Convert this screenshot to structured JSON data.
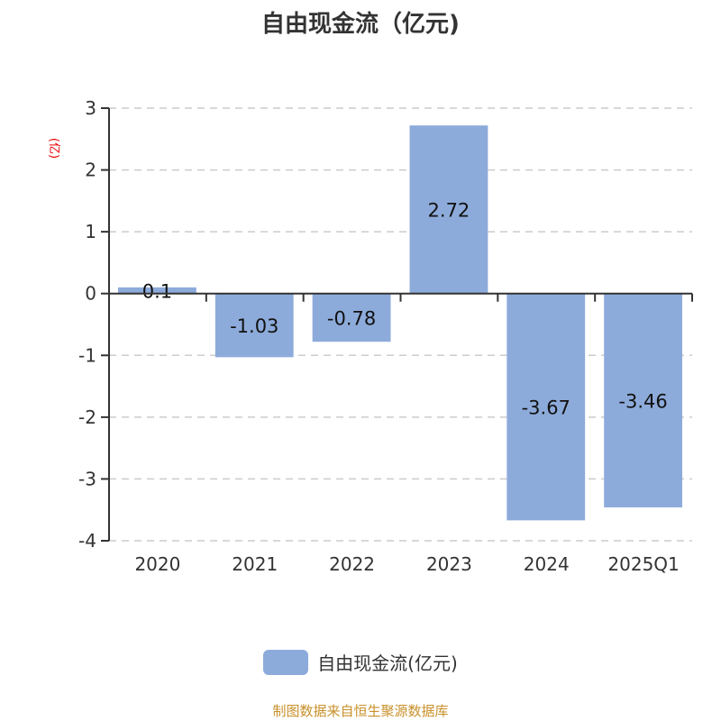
{
  "chart_data": {
    "type": "bar",
    "title": "自由现金流（亿元)",
    "ylabel": "(亿)",
    "xlabel": "",
    "categories": [
      "2020",
      "2021",
      "2022",
      "2023",
      "2024",
      "2025Q1"
    ],
    "series": [
      {
        "name": "自由现金流(亿元)",
        "values": [
          0.1,
          -1.03,
          -0.78,
          2.72,
          -3.67,
          -3.46
        ],
        "color": "#8dabda"
      }
    ],
    "ylim": [
      -4,
      3
    ],
    "yticks": [
      3,
      2,
      1,
      0,
      -1,
      -2,
      -3,
      -4
    ],
    "grid": true,
    "legend": "bottom"
  },
  "footer": "制图数据来自恒生聚源数据库"
}
